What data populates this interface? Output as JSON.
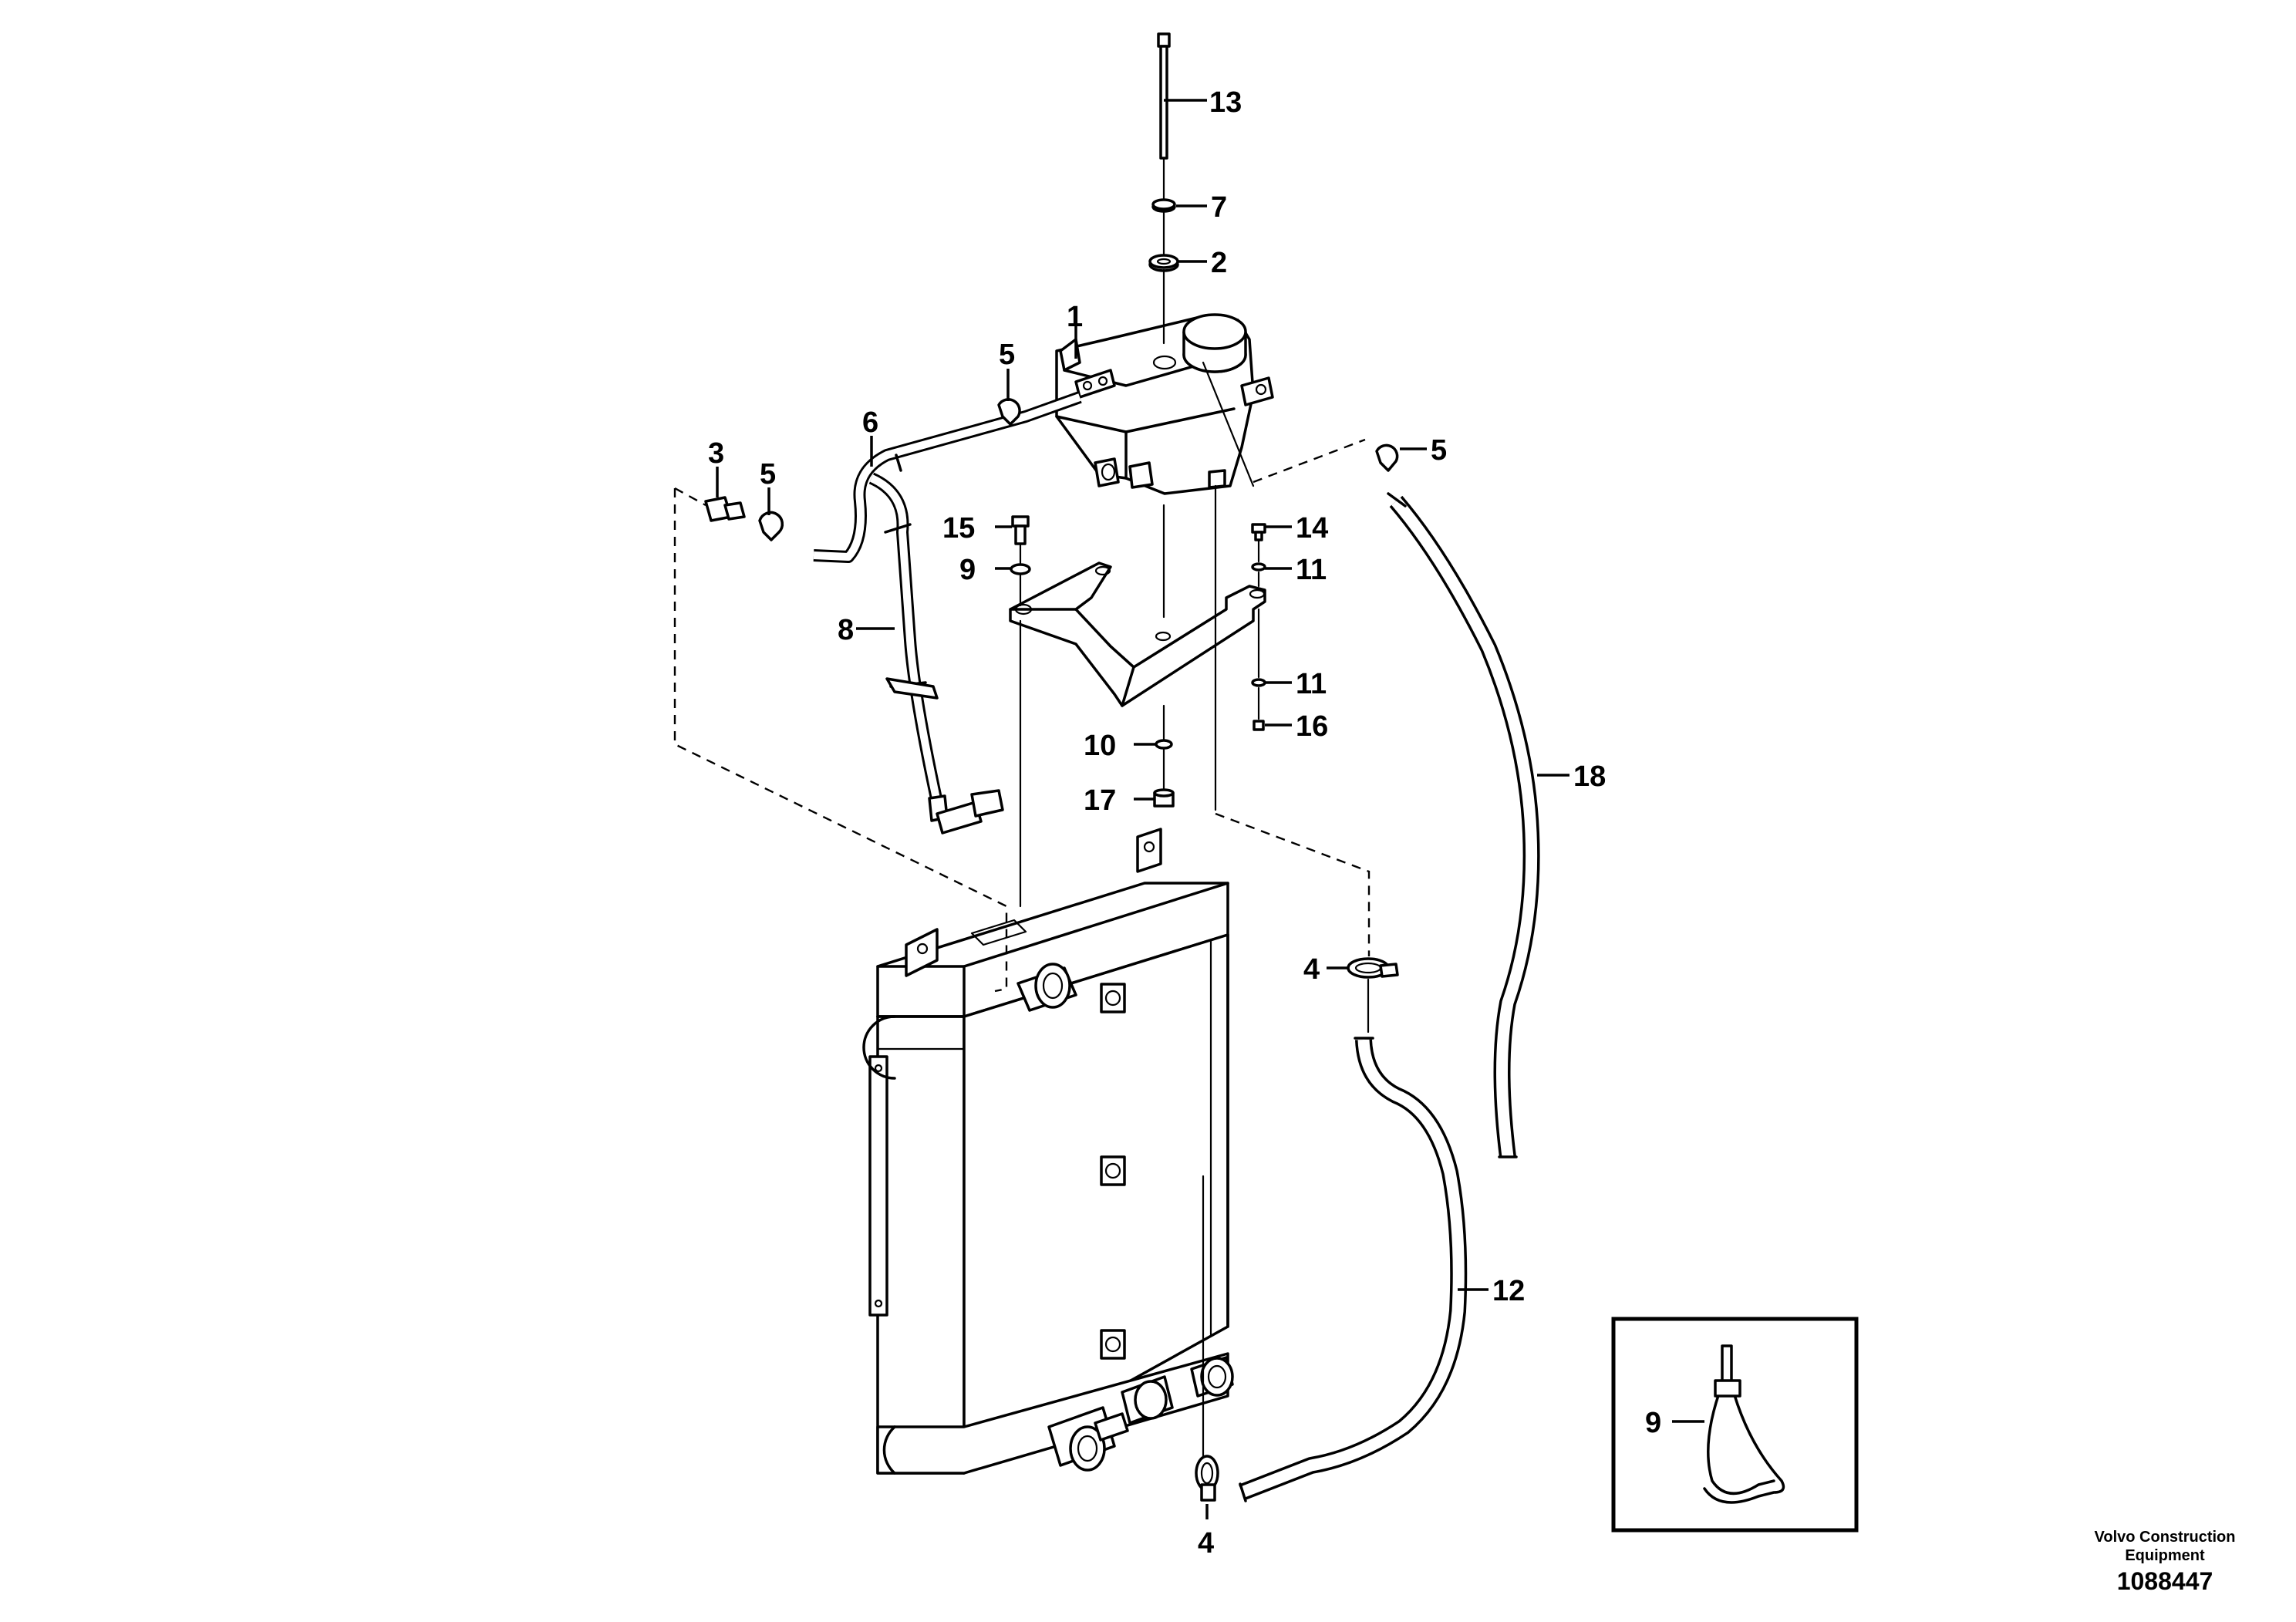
{
  "diagram": {
    "labels": [
      {
        "id": "1",
        "text": "1"
      },
      {
        "id": "2",
        "text": "2"
      },
      {
        "id": "3",
        "text": "3"
      },
      {
        "id": "4a",
        "text": "4"
      },
      {
        "id": "4b",
        "text": "4"
      },
      {
        "id": "5a",
        "text": "5"
      },
      {
        "id": "5b",
        "text": "5"
      },
      {
        "id": "5c",
        "text": "5"
      },
      {
        "id": "6",
        "text": "6"
      },
      {
        "id": "7",
        "text": "7"
      },
      {
        "id": "8",
        "text": "8"
      },
      {
        "id": "9a",
        "text": "9"
      },
      {
        "id": "9b",
        "text": "9"
      },
      {
        "id": "10",
        "text": "10"
      },
      {
        "id": "11a",
        "text": "11"
      },
      {
        "id": "11b",
        "text": "11"
      },
      {
        "id": "12",
        "text": "12"
      },
      {
        "id": "13",
        "text": "13"
      },
      {
        "id": "14",
        "text": "14"
      },
      {
        "id": "15",
        "text": "15"
      },
      {
        "id": "16",
        "text": "16"
      },
      {
        "id": "17",
        "text": "17"
      },
      {
        "id": "18",
        "text": "18"
      }
    ]
  },
  "caption": {
    "company_line1": "Volvo Construction",
    "company_line2": "Equipment",
    "illustration_number": "1088447"
  }
}
